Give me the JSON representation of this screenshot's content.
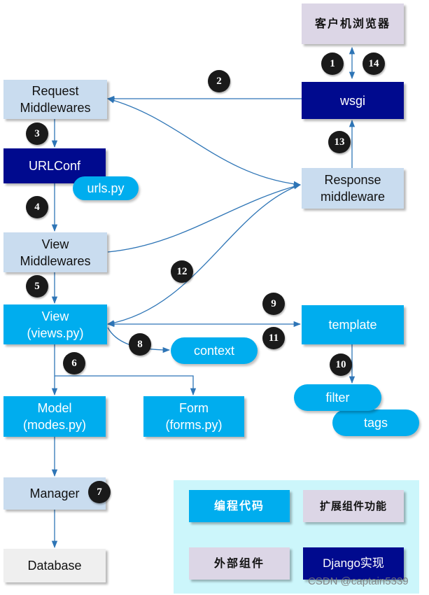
{
  "boxes": {
    "browser": "客户机浏览器",
    "wsgi": "wsgi",
    "request_middlewares": "Request\nMiddlewares",
    "urlconf": "URLConf",
    "response_middleware": "Response\nmiddleware",
    "view_middlewares": "View\nMiddlewares",
    "view": "View\n(views.py)",
    "template": "template",
    "model": "Model\n(modes.py)",
    "form": "Form\n(forms.py)",
    "manager": "Manager",
    "database": "Database"
  },
  "pills": {
    "urls": "urls.py",
    "context": "context",
    "filter": "filter",
    "tags": "tags"
  },
  "steps": [
    "1",
    "2",
    "3",
    "4",
    "5",
    "6",
    "7",
    "8",
    "9",
    "10",
    "11",
    "12",
    "13",
    "14"
  ],
  "legend": {
    "own_code": "编程代码",
    "extension": "扩展组件功能",
    "external": "外部组件",
    "django": "Django实现"
  },
  "watermark": "CSDN @captain5339",
  "colors": {
    "light_blue": "#c9dcef",
    "navy": "#000a8e",
    "cyan": "#00adee",
    "lavender": "#dcd6e6",
    "arrow": "#2e75b6",
    "legend_bg": "#ccf6fb"
  }
}
